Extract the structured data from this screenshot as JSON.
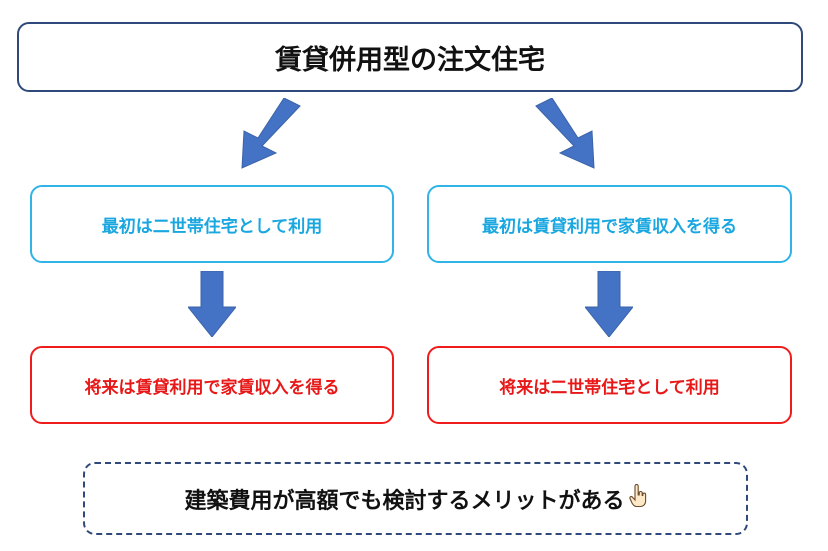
{
  "title": "賃貸併用型の注文住宅",
  "left_branch": {
    "first": "最初は二世帯住宅として利用",
    "future": "将来は賃貸利用で家賃収入を得る"
  },
  "right_branch": {
    "first": "最初は賃貸利用で家賃収入を得る",
    "future": "将来は二世帯住宅として利用"
  },
  "summary": "建築費用が高額でも検討するメリットがある",
  "icons": {
    "summary_icon": "pointing-hand-icon",
    "arrows": "down-arrow-icon"
  },
  "colors": {
    "title_border": "#2f4a7a",
    "arrow": "#4472c4",
    "blue": "#1aa7e0",
    "red": "#e81818"
  }
}
